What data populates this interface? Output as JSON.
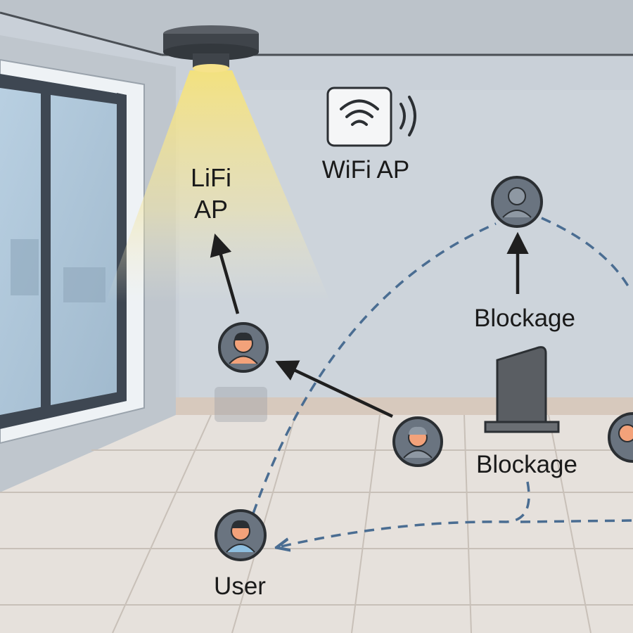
{
  "labels": {
    "lifi_line1": "LiFi",
    "lifi_line2": "AP",
    "wifi": "WiFi AP",
    "blockage_upper": "Blockage",
    "blockage_lower": "Blockage",
    "user": "User"
  },
  "icons": {
    "ceiling_light": "lifi-ap-light-icon",
    "wifi_router": "wifi-ap-icon",
    "blockage_device": "blockage-object-icon",
    "user_light": "user-avatar-icon",
    "user_dark": "user-avatar-dark-icon"
  },
  "colors": {
    "wall": "#c9d0d8",
    "ceiling": "#bcc3ca",
    "floor": "#e6e1dc",
    "light_cone": "#f2e08a",
    "dashed_link": "#4a6d92",
    "arrow": "#1f1f1f",
    "avatar_ring": "#6a7480",
    "avatar_skin": "#f3a27a"
  }
}
